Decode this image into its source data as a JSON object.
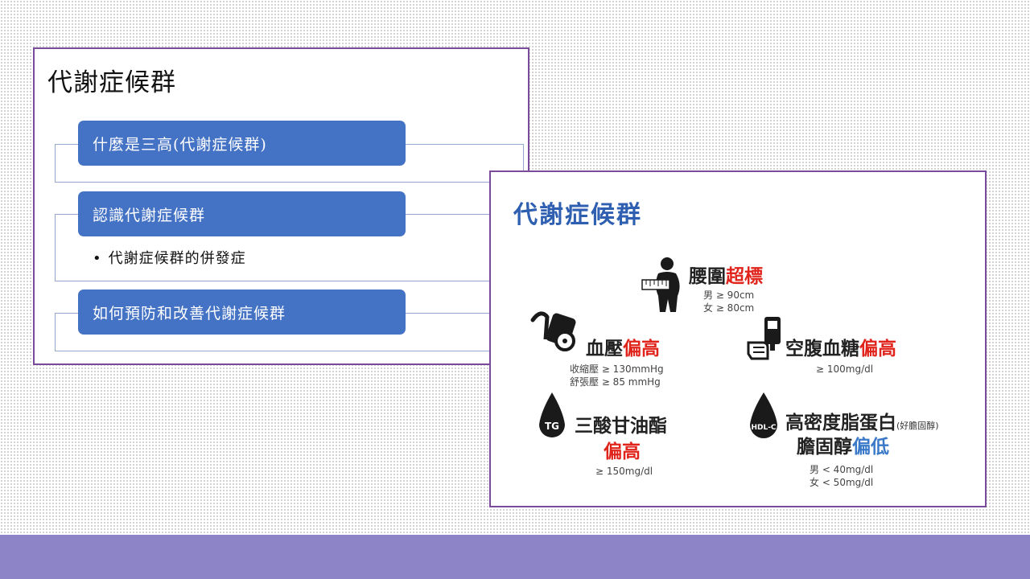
{
  "left_slide": {
    "title": "代謝症候群",
    "items": [
      {
        "label": "什麼是三高(代謝症候群)"
      },
      {
        "label": "認識代謝症候群",
        "sub": [
          "代謝症候群的併發症"
        ]
      },
      {
        "label": "如何預防和改善代謝症候群"
      }
    ]
  },
  "right_slide": {
    "title": "代謝症候群",
    "indicators": {
      "waist": {
        "label_a": "腰圍",
        "label_b": "超標",
        "line1": "男 ≥ 90cm",
        "line2": "女 ≥ 80cm"
      },
      "bp": {
        "label_a": "血壓",
        "label_b": "偏高",
        "line1": "收縮壓 ≥ 130mmHg",
        "line2": "舒張壓 ≥ 85  mmHg"
      },
      "glucose": {
        "label_a": "空腹血糖",
        "label_b": "偏高",
        "line1": "≥ 100mg/dl"
      },
      "tg": {
        "label_a": "三酸甘油酯",
        "label_b": "偏高",
        "line1": "≥ 150mg/dl",
        "icon_text": "TG"
      },
      "hdl": {
        "label_a": "高密度脂蛋白",
        "note": "(好膽固醇)",
        "label_b": "膽固醇",
        "label_c": "偏低",
        "line1": "男 < 40mg/dl",
        "line2": "女 < 50mg/dl",
        "icon_text": "HDL-C"
      }
    }
  },
  "colors": {
    "accent": "#4472c4",
    "border": "#7a4a9b",
    "band": "#8c84c6",
    "red": "#e0241b",
    "blue": "#3a78c8"
  }
}
